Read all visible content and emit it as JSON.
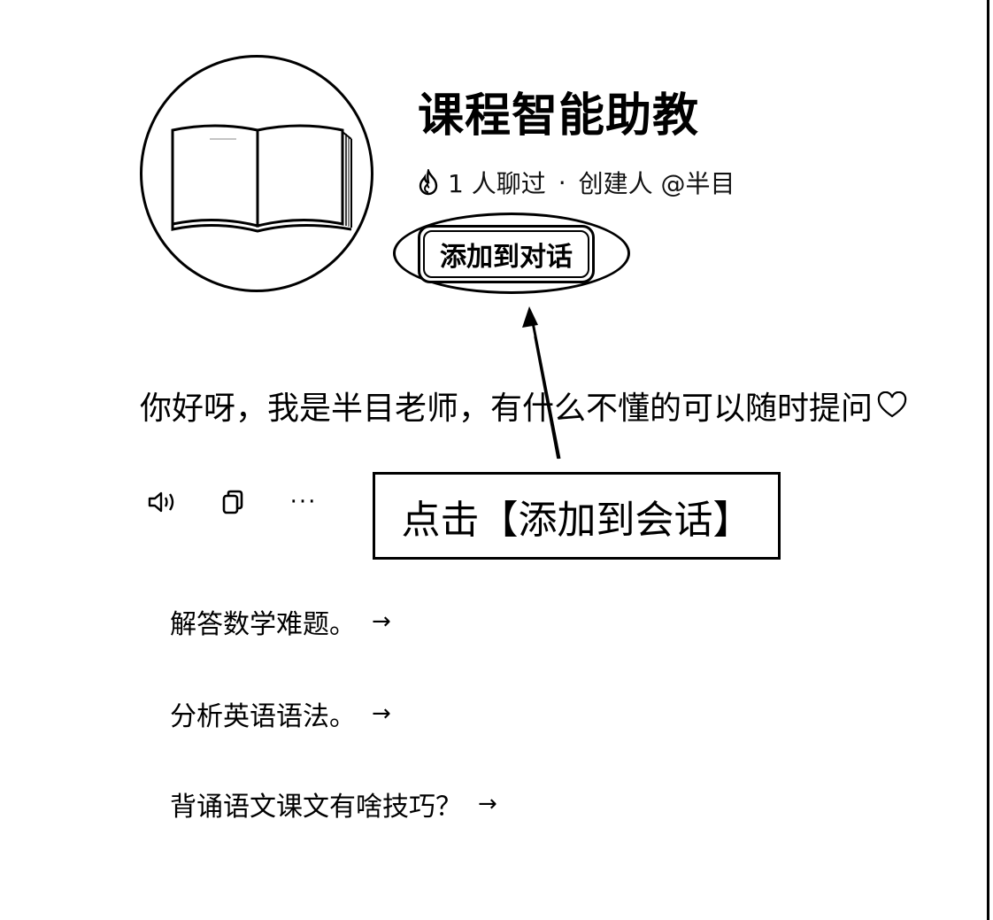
{
  "bot": {
    "name": "课程智能助教",
    "avatar_icon": "open-book-icon",
    "meta": {
      "fire_icon": "flame-icon",
      "chat_count": "1 人聊过",
      "separator": "·",
      "creator": "创建人 @半目"
    },
    "add_button_label": "添加到对话"
  },
  "annotation": {
    "callout_text": "点击【添加到会话】"
  },
  "message": {
    "greeting": "你好呀，我是半目老师，有什么不懂的可以随时提问",
    "heart_icon": "heart-icon",
    "actions": {
      "sound_icon": "speaker-icon",
      "copy_icon": "copy-icon",
      "more_label": "···"
    }
  },
  "suggestions": [
    {
      "text": "解答数学难题。",
      "arrow": "→"
    },
    {
      "text": "分析英语语法。",
      "arrow": "→"
    },
    {
      "text": "背诵语文课文有啥技巧？",
      "arrow": "→"
    }
  ]
}
